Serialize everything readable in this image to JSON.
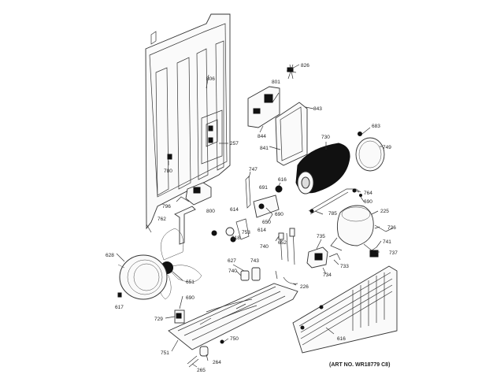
{
  "labels": [
    {
      "id": "806",
      "text": "806"
    },
    {
      "id": "826",
      "text": "826"
    },
    {
      "id": "801",
      "text": "801"
    },
    {
      "id": "843",
      "text": "843"
    },
    {
      "id": "844",
      "text": "844"
    },
    {
      "id": "841",
      "text": "841"
    },
    {
      "id": "257",
      "text": "257"
    },
    {
      "id": "780",
      "text": "780"
    },
    {
      "id": "683",
      "text": "683"
    },
    {
      "id": "730",
      "text": "730"
    },
    {
      "id": "749",
      "text": "749"
    },
    {
      "id": "747",
      "text": "747"
    },
    {
      "id": "616a",
      "text": "616"
    },
    {
      "id": "691",
      "text": "691"
    },
    {
      "id": "690a",
      "text": "690"
    },
    {
      "id": "764",
      "text": "764"
    },
    {
      "id": "690b",
      "text": "690"
    },
    {
      "id": "796",
      "text": "796"
    },
    {
      "id": "800",
      "text": "800"
    },
    {
      "id": "614a",
      "text": "614"
    },
    {
      "id": "762",
      "text": "762"
    },
    {
      "id": "650",
      "text": "650"
    },
    {
      "id": "753",
      "text": "753"
    },
    {
      "id": "614b",
      "text": "614"
    },
    {
      "id": "785",
      "text": "785"
    },
    {
      "id": "225",
      "text": "225"
    },
    {
      "id": "736",
      "text": "736"
    },
    {
      "id": "618",
      "text": "618"
    },
    {
      "id": "652",
      "text": "652"
    },
    {
      "id": "740a",
      "text": "740"
    },
    {
      "id": "735",
      "text": "735"
    },
    {
      "id": "741",
      "text": "741"
    },
    {
      "id": "737",
      "text": "737"
    },
    {
      "id": "628",
      "text": "628"
    },
    {
      "id": "733",
      "text": "733"
    },
    {
      "id": "627",
      "text": "627"
    },
    {
      "id": "743",
      "text": "743"
    },
    {
      "id": "734",
      "text": "734"
    },
    {
      "id": "740b",
      "text": "740"
    },
    {
      "id": "651",
      "text": "651"
    },
    {
      "id": "226",
      "text": "226"
    },
    {
      "id": "690c",
      "text": "690"
    },
    {
      "id": "729",
      "text": "729"
    },
    {
      "id": "616b",
      "text": "616"
    },
    {
      "id": "750",
      "text": "750"
    },
    {
      "id": "751",
      "text": "751"
    },
    {
      "id": "264",
      "text": "264"
    },
    {
      "id": "265",
      "text": "265"
    },
    {
      "id": "617",
      "text": "617"
    }
  ],
  "credit": "(ART NO. WR18779 C8)"
}
